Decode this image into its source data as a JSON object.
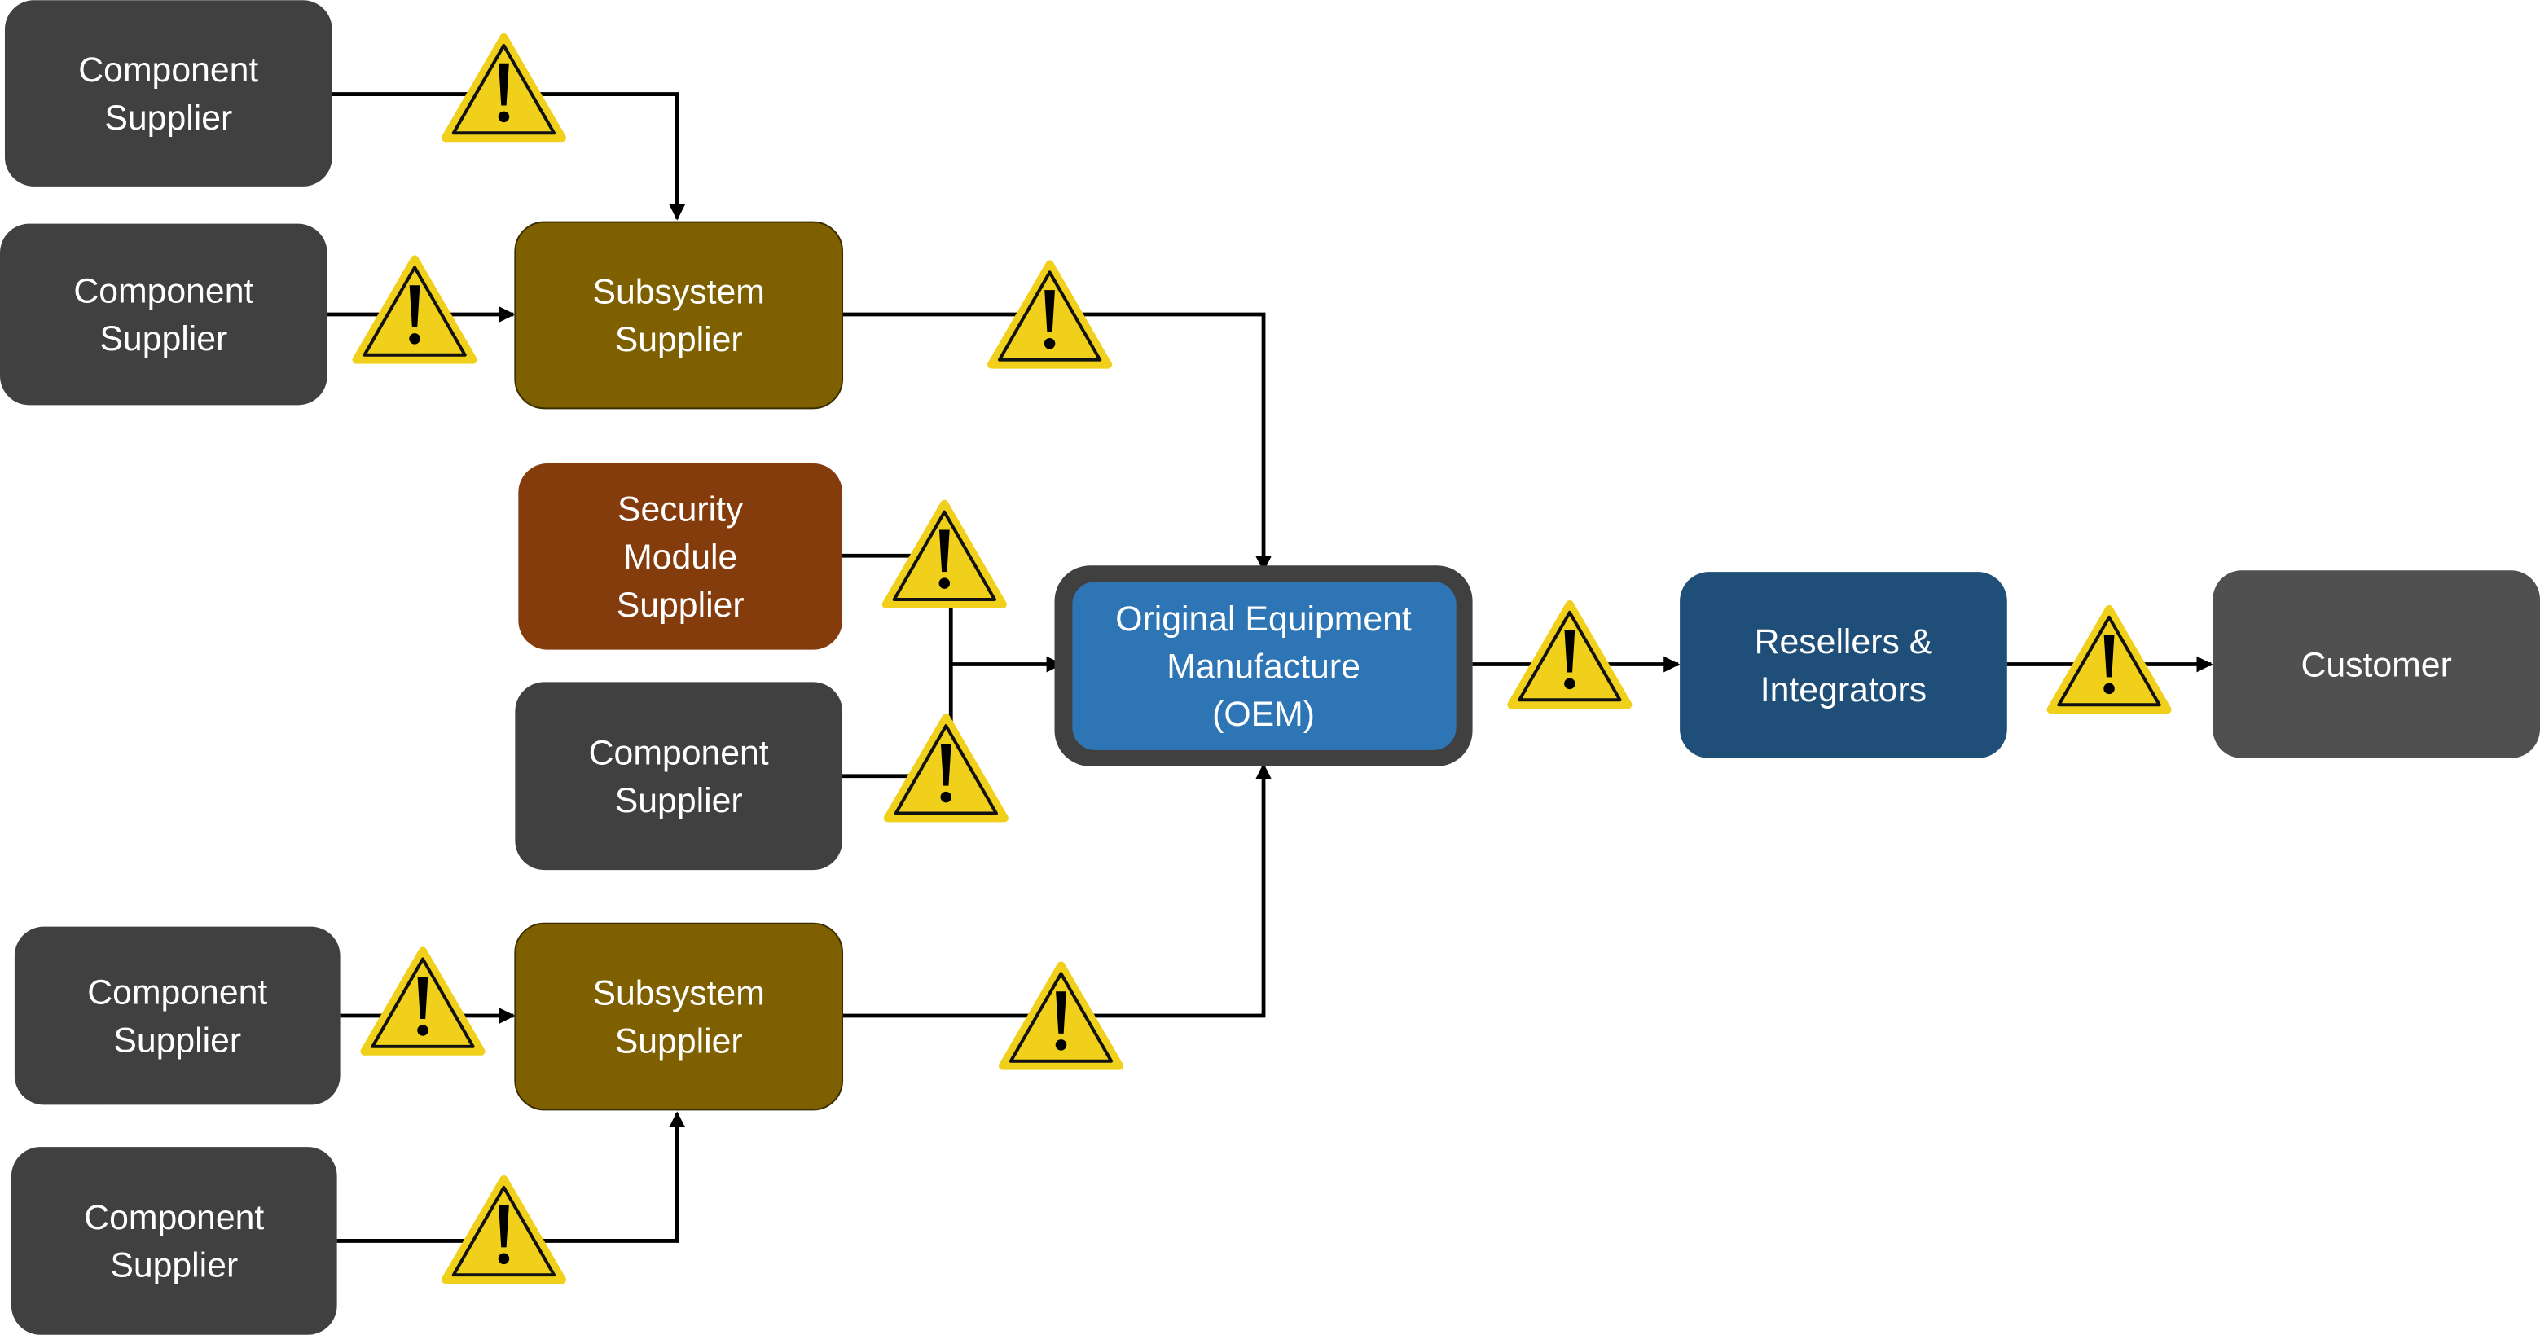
{
  "colors": {
    "component": "#404040",
    "subsystem": "#7F6000",
    "security": "#843C0C",
    "oem_border": "#404040",
    "oem_fill": "#2E75B6",
    "resellers": "#1F4E79",
    "customer": "#505050",
    "warning": "#F0D01A"
  },
  "nodes": {
    "cs1": [
      "Component",
      "Supplier"
    ],
    "cs2": [
      "Component",
      "Supplier"
    ],
    "ss1": [
      "Subsystem",
      "Supplier"
    ],
    "sec": [
      "Security",
      "Module",
      "Supplier"
    ],
    "cs3": [
      "Component",
      "Supplier"
    ],
    "oem": [
      "Original Equipment",
      "Manufacture",
      "(OEM)"
    ],
    "res": [
      "Resellers &",
      "Integrators"
    ],
    "cust": [
      "Customer"
    ],
    "cs4": [
      "Component",
      "Supplier"
    ],
    "ss2": [
      "Subsystem",
      "Supplier"
    ],
    "cs5": [
      "Component",
      "Supplier"
    ]
  },
  "icons": {
    "warning": "warning-triangle-icon"
  }
}
